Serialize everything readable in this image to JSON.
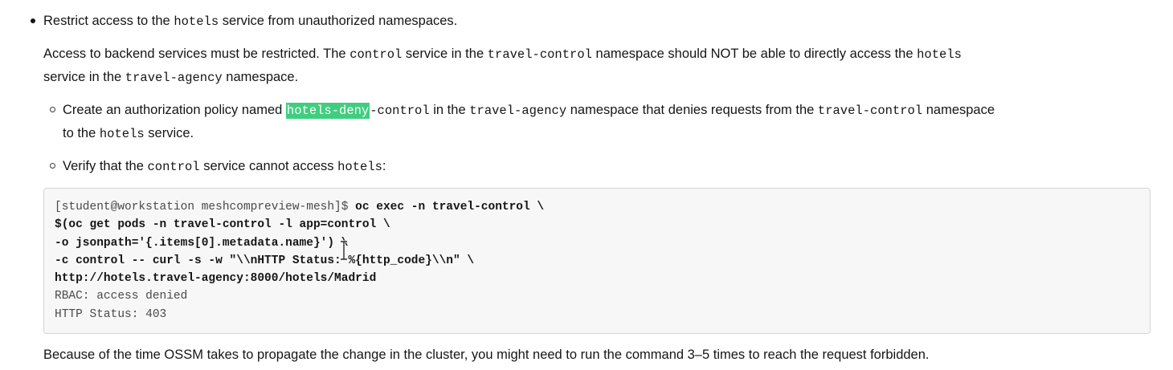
{
  "colors": {
    "highlight_bg": "#3fce7f",
    "highlight_text": "#ffffff",
    "code_block_bg": "#f7f7f7",
    "code_block_border": "#d5d5d5",
    "body_text": "#151515"
  },
  "blocks": [
    {
      "name": "bullet-restrict-access",
      "lines": [
        [
          {
            "t": "Restrict access to the ",
            "s": "plain"
          },
          {
            "t": "hotels",
            "s": "code"
          },
          {
            "t": " service from unauthorized namespaces.",
            "s": "plain"
          }
        ]
      ]
    },
    {
      "name": "para-access-backend",
      "lines": [
        [
          {
            "t": "Access to backend services must be restricted. The ",
            "s": "plain"
          },
          {
            "t": "control",
            "s": "code"
          },
          {
            "t": " service in the ",
            "s": "plain"
          },
          {
            "t": "travel-control",
            "s": "code"
          },
          {
            "t": " namespace should NOT be able to directly access the ",
            "s": "plain"
          },
          {
            "t": "hotels",
            "s": "code"
          }
        ],
        [
          {
            "t": "service in the ",
            "s": "plain"
          },
          {
            "t": "travel-agency",
            "s": "code"
          },
          {
            "t": " namespace.",
            "s": "plain"
          }
        ]
      ]
    },
    {
      "name": "bullet-create-policy",
      "lines": [
        [
          {
            "t": "Create an authorization policy named ",
            "s": "plain"
          },
          {
            "t": "hotels-deny",
            "s": "code-hl"
          },
          {
            "t": "-control",
            "s": "code"
          },
          {
            "t": " in the ",
            "s": "plain"
          },
          {
            "t": "travel-agency",
            "s": "code"
          },
          {
            "t": " namespace that denies requests from the ",
            "s": "plain"
          },
          {
            "t": "travel-control",
            "s": "code"
          },
          {
            "t": " namespace",
            "s": "plain"
          }
        ],
        [
          {
            "t": "to the ",
            "s": "plain"
          },
          {
            "t": "hotels",
            "s": "code"
          },
          {
            "t": " service.",
            "s": "plain"
          }
        ]
      ]
    },
    {
      "name": "bullet-verify",
      "lines": [
        [
          {
            "t": "Verify that the ",
            "s": "plain"
          },
          {
            "t": "control",
            "s": "code"
          },
          {
            "t": " service cannot access ",
            "s": "plain"
          },
          {
            "t": "hotels",
            "s": "code"
          },
          {
            "t": ":",
            "s": "plain"
          }
        ]
      ]
    },
    {
      "name": "terminal-output",
      "lines": [
        [
          {
            "t": "[student@workstation meshcompreview-mesh]$ ",
            "s": "prompt"
          },
          {
            "t": "oc exec -n travel-control \\",
            "s": "cmd"
          }
        ],
        [
          {
            "t": "$(oc get pods -n travel-control -l app=control \\",
            "s": "cmd"
          }
        ],
        [
          {
            "t": "-o jsonpath='{.items[0].metadata.name}') \\",
            "s": "cmd"
          }
        ],
        [
          {
            "t": "-c control -- curl -s -w \"\\\\nHTTP Status: %{http_code}\\\\n\" \\",
            "s": "cmd"
          }
        ],
        [
          {
            "t": "http://hotels.travel-agency:8000/hotels/Madrid",
            "s": "cmd"
          }
        ],
        [
          {
            "t": "RBAC: access denied",
            "s": "out"
          }
        ],
        [
          {
            "t": "HTTP Status: 403",
            "s": "out"
          }
        ]
      ]
    },
    {
      "name": "para-ossm-propagate",
      "lines": [
        [
          {
            "t": "Because of the time OSSM takes to propagate the change in the cluster, you might need to run the command 3–5 times to reach the request forbidden.",
            "s": "plain"
          }
        ]
      ]
    }
  ]
}
